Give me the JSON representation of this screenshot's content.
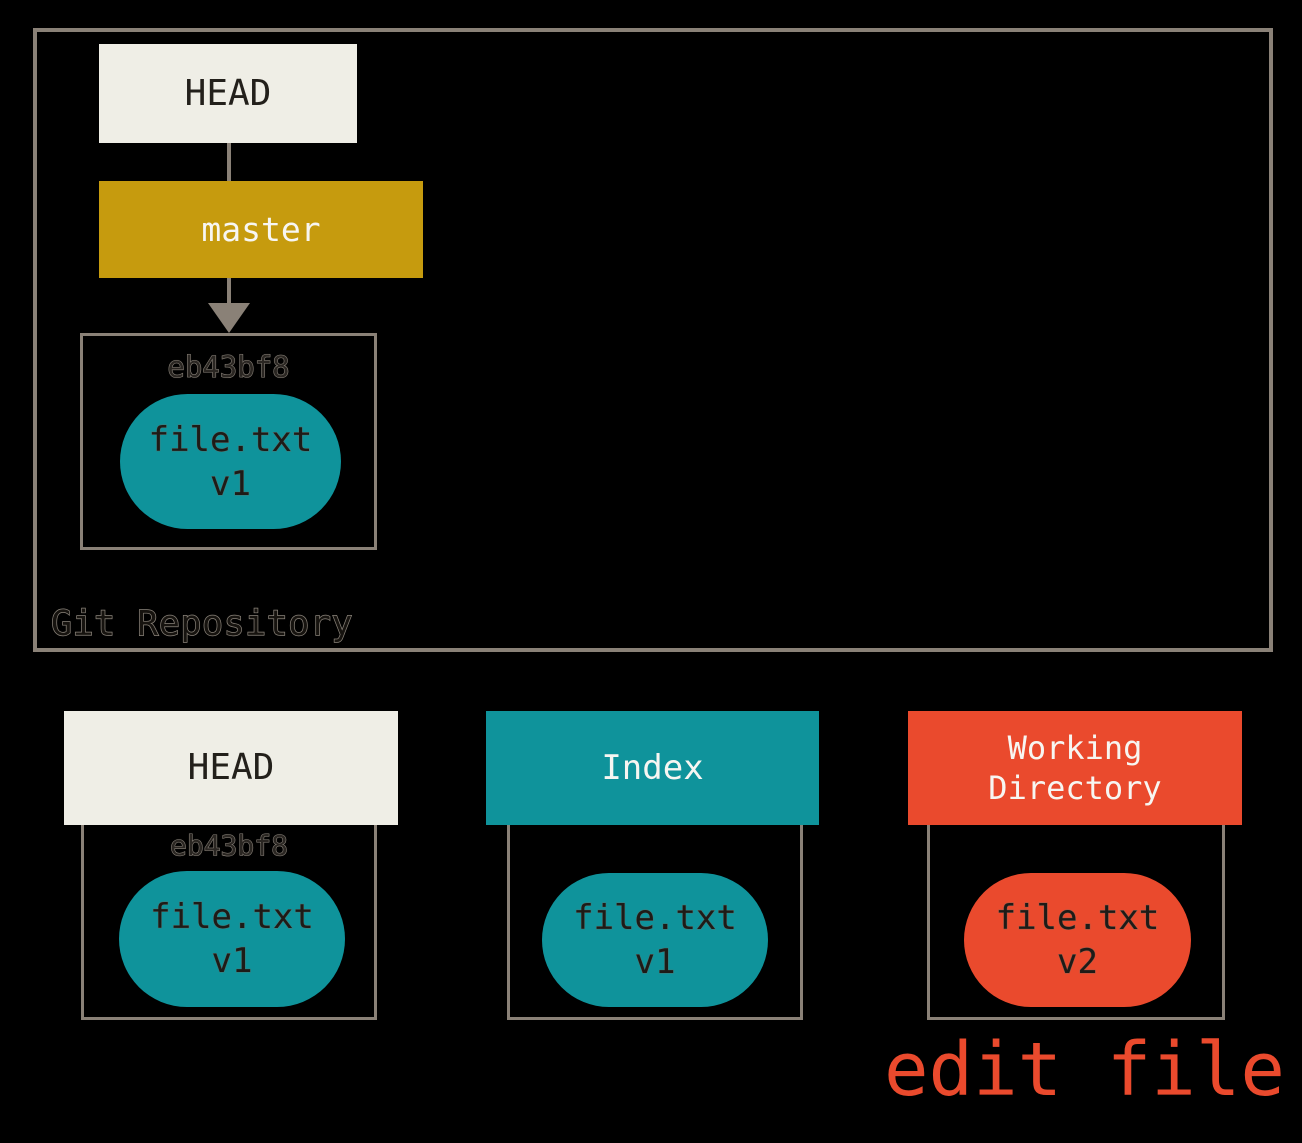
{
  "colors": {
    "background": "#000000",
    "border_gray": "#8A8177",
    "hash_gray": "#8A837A",
    "offwhite": "#EFEEE6",
    "gold": "#C69B0E",
    "teal": "#0F939B",
    "orange": "#EA4A2D",
    "dark_text": "#23201B",
    "white_text": "#F7F6F2"
  },
  "repository": {
    "label": "Git Repository",
    "head": "HEAD",
    "branch": "master",
    "commit": {
      "hash": "eb43bf8",
      "file": "file.txt",
      "version": "v1"
    }
  },
  "columns": {
    "head": {
      "title": "HEAD",
      "hash": "eb43bf8",
      "file": "file.txt",
      "version": "v1"
    },
    "index": {
      "title": "Index",
      "file": "file.txt",
      "version": "v1"
    },
    "working": {
      "title_line1": "Working",
      "title_line2": "Directory",
      "file": "file.txt",
      "version": "v2"
    }
  },
  "annotation": "edit file"
}
